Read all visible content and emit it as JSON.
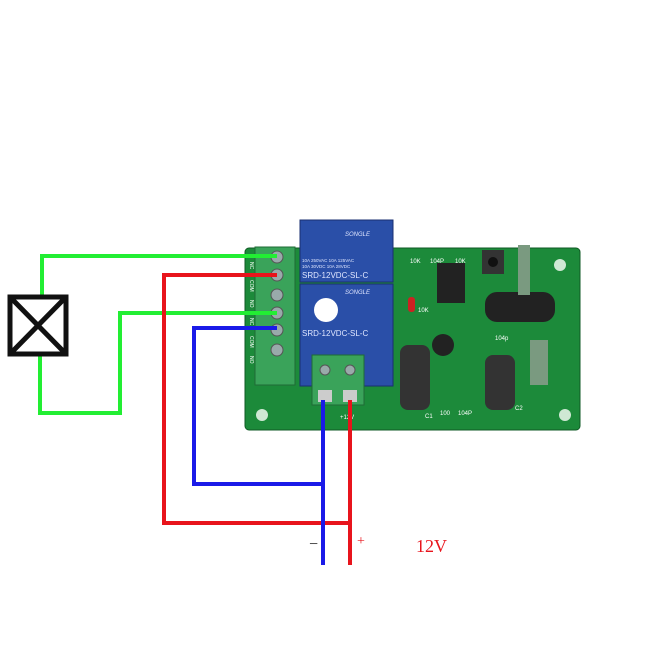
{
  "power": {
    "minus_label": "−",
    "plus_label": "+",
    "voltage_label": "12V"
  },
  "relay": {
    "brand": "SONGLE",
    "rating_line1": "10A 250VAC  10A 125VAC",
    "rating_line2": "10A  30VDC  10A  28VDC",
    "model": "SRD-12VDC-SL-C"
  },
  "board": {
    "labels": [
      "10K",
      "104P",
      "10K",
      "10K",
      "104p",
      "C1",
      "100",
      "104P",
      "C2",
      "+12V"
    ],
    "terminal_labels": [
      "NC",
      "COM",
      "NO",
      "NC",
      "COM",
      "NO"
    ]
  },
  "colors": {
    "live": "#e8141c",
    "neutral": "#1a1ae8",
    "load": "#22ee33",
    "pcb": "#1c8a3a",
    "relay": "#2a4fa8",
    "terminal": "#3aa35a"
  }
}
